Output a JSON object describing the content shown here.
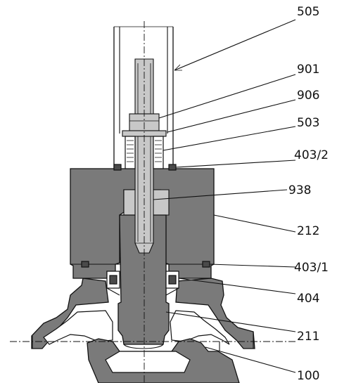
{
  "diagram": {
    "callouts": [
      {
        "id": "c505",
        "text": "505"
      },
      {
        "id": "c901",
        "text": "901"
      },
      {
        "id": "c906",
        "text": "906"
      },
      {
        "id": "c503",
        "text": "503"
      },
      {
        "id": "c4032",
        "text": "403/2"
      },
      {
        "id": "c938",
        "text": "938"
      },
      {
        "id": "c212",
        "text": "212"
      },
      {
        "id": "c4031",
        "text": "403/1"
      },
      {
        "id": "c404",
        "text": "404"
      },
      {
        "id": "c211",
        "text": "211"
      },
      {
        "id": "c100",
        "text": "100"
      }
    ]
  }
}
